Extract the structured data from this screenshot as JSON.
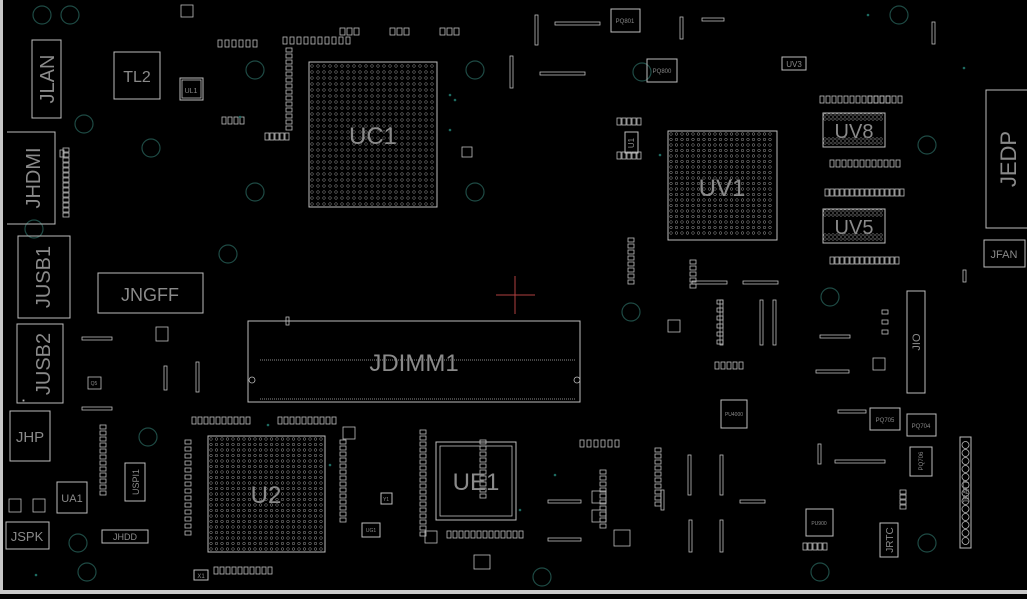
{
  "viewer": {
    "title": "Board view"
  },
  "colors": {
    "background": "#000000",
    "outline": "#bdbdbd",
    "label": "#8a8a8a",
    "hole": "#1e4a44",
    "cursor": "#b04040"
  },
  "components": {
    "JLAN": "JLAN",
    "TL2": "TL2",
    "UL1": "UL1",
    "JHDMI": "JHDMI",
    "JUSB1": "JUSB1",
    "JNGFF": "JNGFF",
    "JUSB2": "JUSB2",
    "JHP": "JHP",
    "UA1": "UA1",
    "USPI1": "USPI1",
    "JSPK": "JSPK",
    "JHDD": "JHDD",
    "U2": "U2",
    "X1": "X1",
    "UC1": "UC1",
    "JDIMM1": "JDIMM1",
    "UE1": "UE1",
    "Y1": "Y1",
    "UG1": "UG1",
    "PQ801": "PQ801",
    "PQ800": "PQ800",
    "UV3": "UV3",
    "U1": "U1",
    "UV1": "UV1",
    "UV8": "UV8",
    "UV5": "UV5",
    "JEDP": "JEDP",
    "JFAN": "JFAN",
    "JIO": "JIO",
    "PU4000": "PU4000",
    "PQ705": "PQ705",
    "PQ704": "PQ704",
    "PQ706": "PQ706",
    "JRTC": "JRTC",
    "PU900": "PU900",
    "JBATT": "JBATT",
    "Q5": "Q5"
  }
}
